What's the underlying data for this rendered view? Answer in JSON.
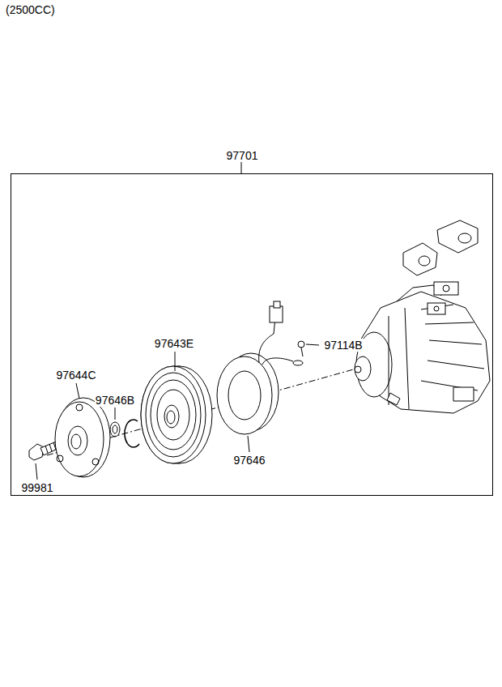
{
  "diagram": {
    "title": "(2500CC)",
    "nodes": [
      {
        "text": [
          "97701"
        ]
      }
    ],
    "labels": [
      "97644C",
      "97643E",
      "97646B",
      "97114B",
      "97646",
      "99981"
    ]
  }
}
